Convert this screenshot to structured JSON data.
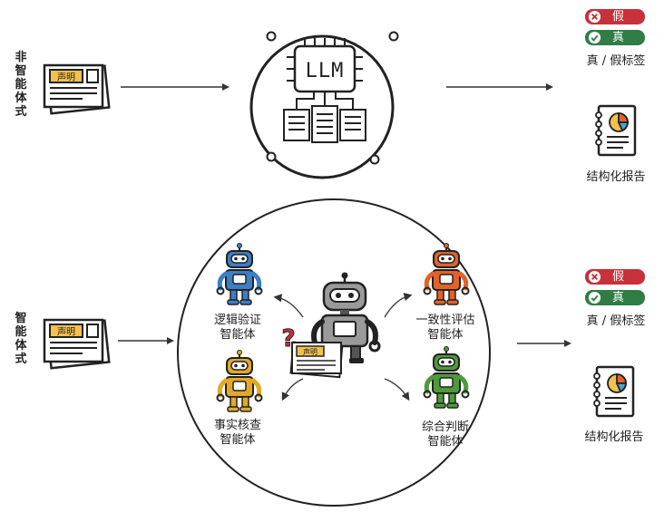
{
  "rows": [
    {
      "mode_label": [
        "非",
        "智",
        "能",
        "体",
        "式"
      ],
      "doc_label": "声明",
      "llm_label": "LLM",
      "tags": {
        "false_label": "假",
        "true_label": "真"
      },
      "tag_caption": "真 / 假标签",
      "report_caption": "结构化报告"
    },
    {
      "mode_label": [
        "智",
        "能",
        "体",
        "式"
      ],
      "doc_label": "声明",
      "center_doc_label": "声明",
      "question_mark": "?",
      "agents": [
        {
          "line1": "逻辑验证",
          "line2": "智能体",
          "color": "#3b7fc4"
        },
        {
          "line1": "事实核查",
          "line2": "智能体",
          "color": "#e3a926"
        },
        {
          "line1": "一致性评估",
          "line2": "智能体",
          "color": "#e2622a"
        },
        {
          "line1": "综合判断",
          "line2": "智能体",
          "color": "#4f9a3a"
        }
      ],
      "tags": {
        "false_label": "假",
        "true_label": "真"
      },
      "tag_caption": "真 / 假标签",
      "report_caption": "结构化报告"
    }
  ],
  "colors": {
    "false": "#c8303a",
    "true": "#2f7d45",
    "paper": "#f2c14e",
    "robot_center": "#9a9a9a"
  }
}
